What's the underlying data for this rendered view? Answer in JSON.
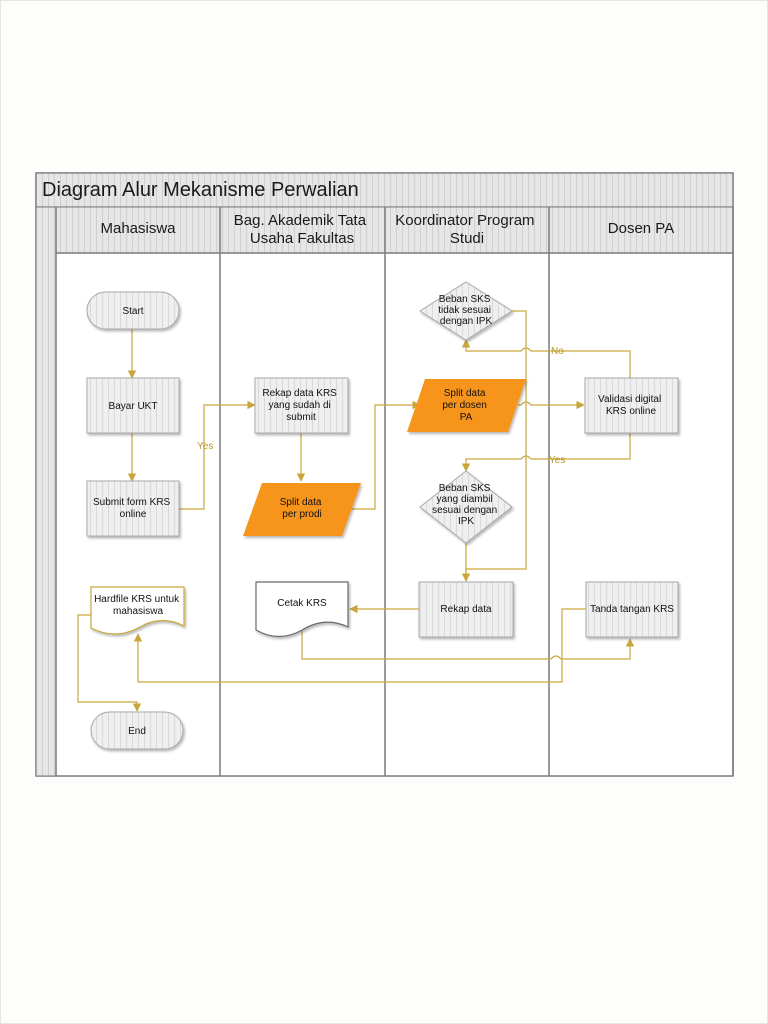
{
  "diagram": {
    "title": "Diagram Alur Mekanisme Perwalian",
    "lanes": [
      {
        "id": "mahasiswa",
        "lines": [
          "Mahasiswa"
        ]
      },
      {
        "id": "akademik",
        "lines": [
          "Bag. Akademik Tata",
          "Usaha Fakultas"
        ]
      },
      {
        "id": "koordinator",
        "lines": [
          "Koordinator Program",
          "Studi"
        ]
      },
      {
        "id": "dosen",
        "lines": [
          "Dosen PA"
        ]
      }
    ],
    "nodes": [
      {
        "id": "start",
        "kind": "terminator",
        "lines": [
          "Start"
        ]
      },
      {
        "id": "bayar",
        "kind": "process",
        "lines": [
          "Bayar UKT"
        ]
      },
      {
        "id": "submit",
        "kind": "process",
        "lines": [
          "Submit form KRS",
          "online"
        ]
      },
      {
        "id": "hardfile",
        "kind": "document",
        "lines": [
          "Hardfile KRS untuk",
          "mahasiswa"
        ]
      },
      {
        "id": "end",
        "kind": "terminator",
        "lines": [
          "End"
        ]
      },
      {
        "id": "rekap_krs",
        "kind": "process",
        "lines": [
          "Rekap data KRS",
          "yang sudah di",
          "submit"
        ]
      },
      {
        "id": "split_prodi",
        "kind": "data",
        "lines": [
          "Split data",
          "per prodi"
        ]
      },
      {
        "id": "cetak",
        "kind": "document",
        "lines": [
          "Cetak KRS"
        ]
      },
      {
        "id": "beban_tidak",
        "kind": "decision",
        "lines": [
          "Beban SKS",
          "tidak sesuai",
          "dengan IPK"
        ]
      },
      {
        "id": "split_dosen",
        "kind": "data",
        "lines": [
          "Split data",
          "per dosen",
          "PA"
        ]
      },
      {
        "id": "beban_sesuai",
        "kind": "decision",
        "lines": [
          "Beban SKS",
          "yang diambil",
          "sesuai dengan",
          "IPK"
        ]
      },
      {
        "id": "rekap",
        "kind": "process",
        "lines": [
          "Rekap data"
        ]
      },
      {
        "id": "validasi",
        "kind": "process",
        "lines": [
          "Validasi digital",
          "KRS online"
        ]
      },
      {
        "id": "tanda",
        "kind": "process",
        "lines": [
          "Tanda tangan KRS"
        ]
      }
    ],
    "edge_labels": {
      "yes_submit": "Yes",
      "no_validasi": "No",
      "yes_validasi": "Yes"
    },
    "colors": {
      "connector": "#c9a63b",
      "data_fill": "#f7941e",
      "shape_fill": "#efefef",
      "shape_stroke": "#a8a8a8",
      "lane_border": "#7a7a7a",
      "header_fill": "#e8e8e8"
    }
  }
}
